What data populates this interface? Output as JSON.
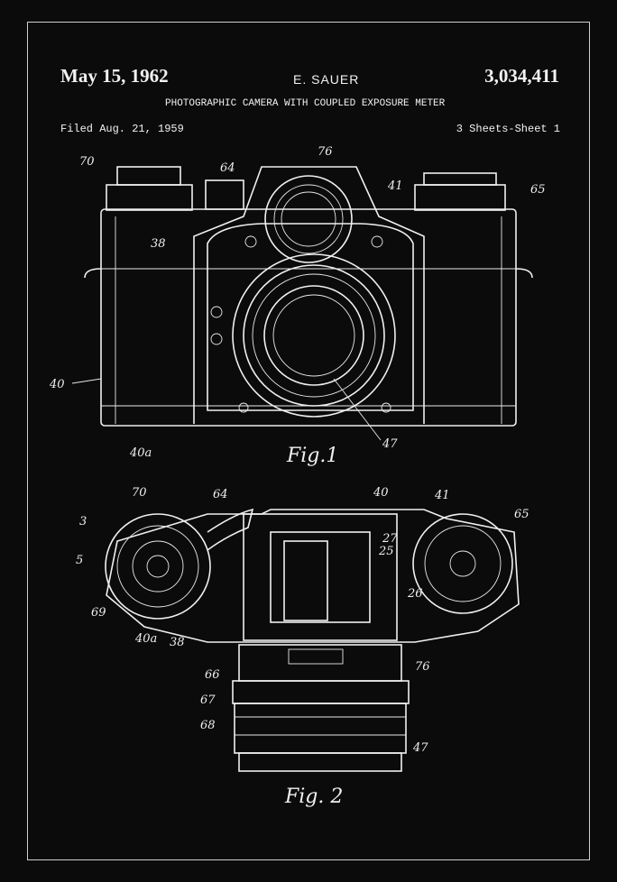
{
  "header": {
    "date": "May 15, 1962",
    "inventor": "E. SAUER",
    "patent_number": "3,034,411",
    "title": "PHOTOGRAPHIC CAMERA WITH COUPLED EXPOSURE METER",
    "filed": "Filed Aug. 21, 1959",
    "sheets": "3 Sheets-Sheet 1"
  },
  "figure1": {
    "caption": "Fig.1",
    "labels": [
      "70",
      "76",
      "64",
      "41",
      "65",
      "38",
      "40",
      "40a",
      "47"
    ]
  },
  "figure2": {
    "caption": "Fig. 2",
    "labels": [
      "70",
      "64",
      "40",
      "41",
      "65",
      "3",
      "5",
      "27",
      "25",
      "26",
      "69",
      "40a",
      "38",
      "66",
      "76",
      "67",
      "68",
      "47"
    ]
  }
}
